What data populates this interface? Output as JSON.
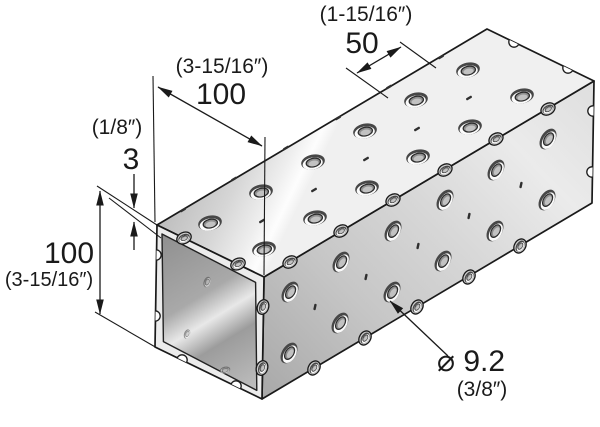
{
  "drawing": {
    "background": "#ffffff",
    "line_color": "#1a1a1a",
    "metal_light": "#f5f5f5",
    "metal_mid": "#cfcfcf",
    "metal_dark": "#8f8f8f"
  },
  "annotations": {
    "hole_spacing": {
      "imperial": "(1-15/16″)",
      "metric": "50"
    },
    "top_width": {
      "imperial": "(3-15/16″)",
      "metric": "100"
    },
    "wall_thickness": {
      "imperial": "(1/8″)",
      "metric": "3"
    },
    "section_height": {
      "metric": "100",
      "imperial": "(3-15/16″)"
    },
    "hole_diameter": {
      "metric": "⌀ 9.2",
      "imperial": "(3/8″)"
    }
  }
}
